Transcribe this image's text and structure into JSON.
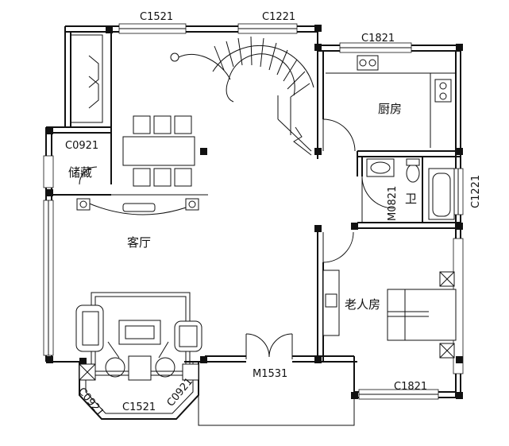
{
  "plan": {
    "rooms": {
      "living": "客厅",
      "kitchen": "厨房",
      "bath": "卫",
      "storage": "储藏",
      "elder_bedroom": "老人房"
    },
    "labels": {
      "win_top_left": "C1521",
      "win_top_mid": "C1221",
      "win_kitchen": "C1821",
      "win_bath_side": "C1221",
      "win_storage": "C0921",
      "door_bath": "M0821",
      "door_entry": "M1531",
      "win_bedroom_bottom": "C1821",
      "win_bay_left": "C0921",
      "win_bay_mid": "C1521",
      "win_bay_right": "C0921"
    },
    "colors": {
      "line": "#111111",
      "background": "#ffffff"
    }
  }
}
